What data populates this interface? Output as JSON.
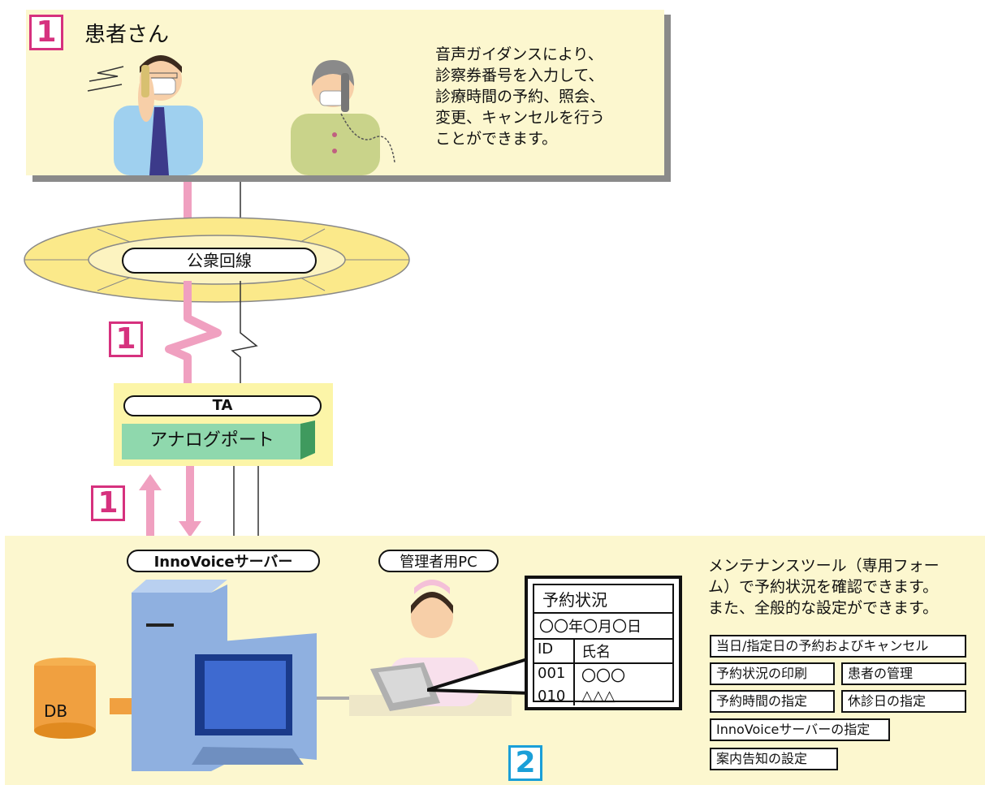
{
  "patient": {
    "step": "1",
    "title": "患者さん",
    "description": [
      "音声ガイダンスにより、",
      "診察券番号を入力して、",
      "診療時間の予約、照会、",
      "変更、キャンセルを行う",
      "ことができます。"
    ]
  },
  "network": {
    "label": "公衆回線",
    "step": "1"
  },
  "ta": {
    "label": "TA",
    "port": "アナログポート",
    "step": "1"
  },
  "server": {
    "label": "InnoVoiceサーバー",
    "db": "DB"
  },
  "admin": {
    "label": "管理者用PC",
    "step": "2",
    "description": [
      "メンテナンスツール（専用フォー",
      "ム）で予約状況を確認できます。",
      "また、全般的な設定ができます。"
    ],
    "features": [
      "当日/指定日の予約およびキャンセル",
      "予約状況の印刷",
      "患者の管理",
      "予約時間の指定",
      "休診日の指定",
      "InnoVoiceサーバーの指定",
      "案内告知の設定"
    ]
  },
  "screen": {
    "title": "予約状況",
    "date": "〇〇年〇月〇日",
    "col_id": "ID",
    "col_name": "氏名",
    "rows": [
      {
        "id": "001",
        "name": "〇〇〇"
      },
      {
        "id": "010",
        "name": "△△△"
      }
    ]
  },
  "colors": {
    "panel": "#fcf7cf",
    "step_pink": "#d6317e",
    "step_blue": "#1a9fd8",
    "arrow": "#f0a0c0",
    "port": "#7fcf9f"
  }
}
